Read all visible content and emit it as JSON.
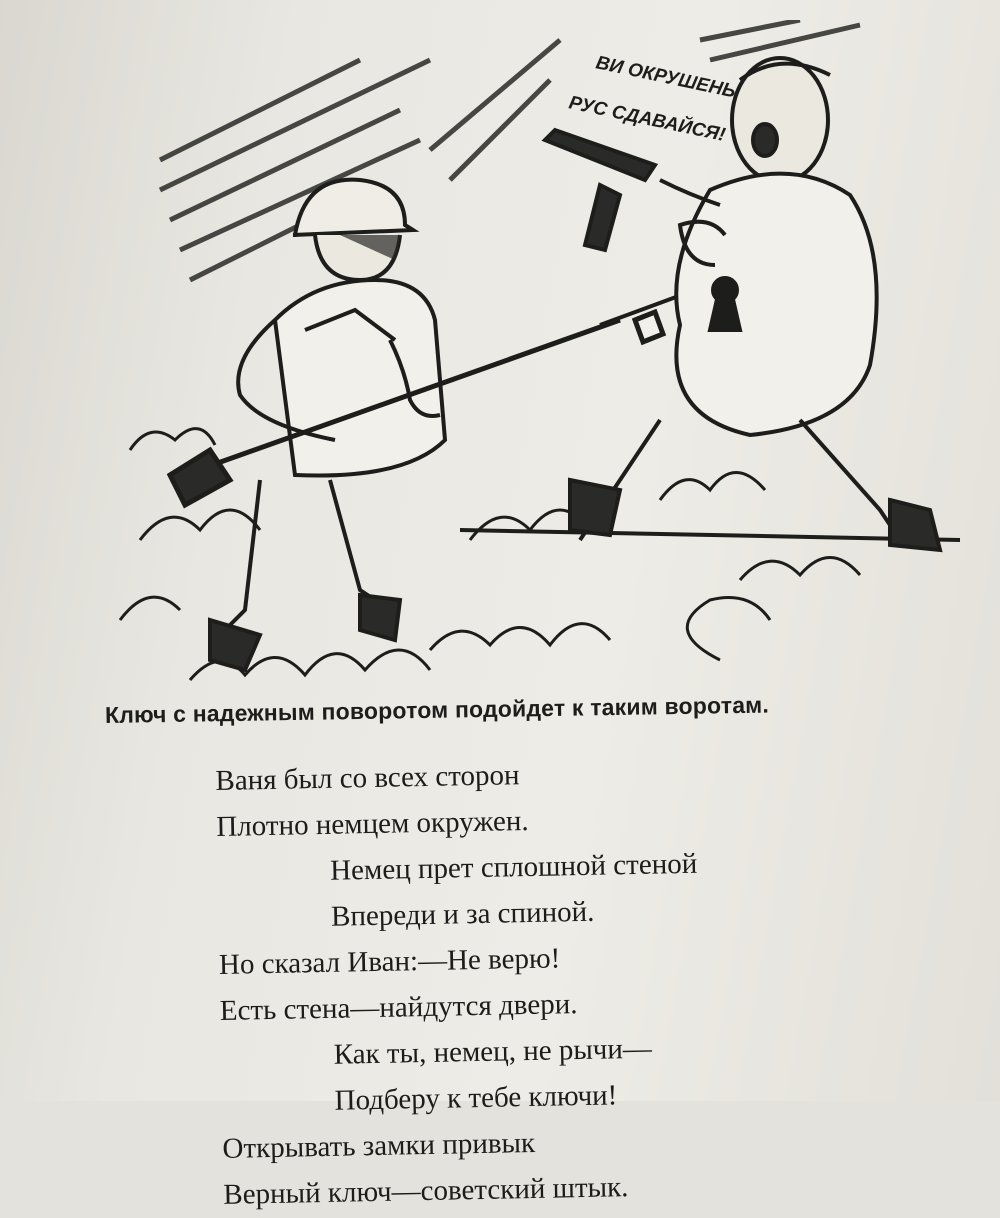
{
  "illustration": {
    "speech_line1": "ВИ ОКРУШЕНЫ!",
    "speech_line2": "РУС СДАВАЙСЯ!"
  },
  "caption": "Ключ с надежным поворотом подойдет к таким воротам.",
  "poem": {
    "lines": [
      "Ваня был со всех сторон",
      "Плотно немцем окружен.",
      "Немец прет сплошной стеной",
      "Впереди и за спиной.",
      "Но сказал Иван:—Не верю!",
      "Есть стена—найдутся двери.",
      "Как ты, немец, не рычи—",
      "Подберу к тебе ключи!",
      "Открывать замки привык",
      "Верный ключ—советский штык."
    ]
  }
}
